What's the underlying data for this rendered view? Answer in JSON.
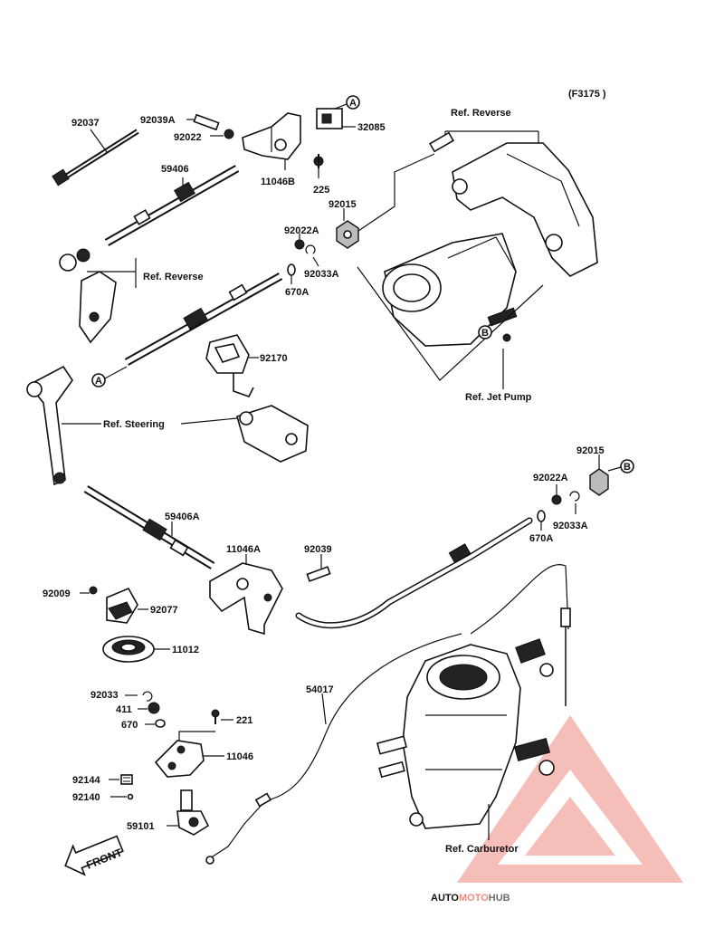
{
  "diagram": {
    "code": "(F3175 )",
    "labels": {
      "p92037": "92037",
      "p92039A": "92039A",
      "p92022": "92022",
      "p32085": "32085",
      "p11046B": "11046B",
      "p225": "225",
      "p59406": "59406",
      "ref_reverse_top": "Ref. Reverse",
      "p92015_top": "92015",
      "p92022A_top": "92022A",
      "p92033A_top": "92033A",
      "p670A_top": "670A",
      "ref_reverse_left": "Ref. Reverse",
      "p92170": "92170",
      "ref_steering": "Ref. Steering",
      "ref_jet_pump": "Ref. Jet Pump",
      "p92015_right": "92015",
      "p92022A_right": "92022A",
      "p92033A_right": "92033A",
      "p670A_right": "670A",
      "p59406A": "59406A",
      "p11046A": "11046A",
      "p92039": "92039",
      "p92009": "92009",
      "p92077": "92077",
      "p11012": "11012",
      "p54017": "54017",
      "p92033": "92033",
      "p411": "411",
      "p670": "670",
      "p221": "221",
      "p11046": "11046",
      "p92144": "92144",
      "p92140": "92140",
      "p59101": "59101",
      "ref_carburetor": "Ref. Carburetor",
      "front": "FRONT"
    },
    "callouts": {
      "a1": "A",
      "a2": "A",
      "b1": "B",
      "b2": "B"
    }
  },
  "watermark": {
    "part1": "AUTO",
    "part2": "MOTO",
    "part3": "HUB",
    "colors": {
      "auto": "#f2b46a",
      "moto": "#f08a80",
      "hub": "#6e6e6e",
      "logo": "#f08a80"
    }
  }
}
